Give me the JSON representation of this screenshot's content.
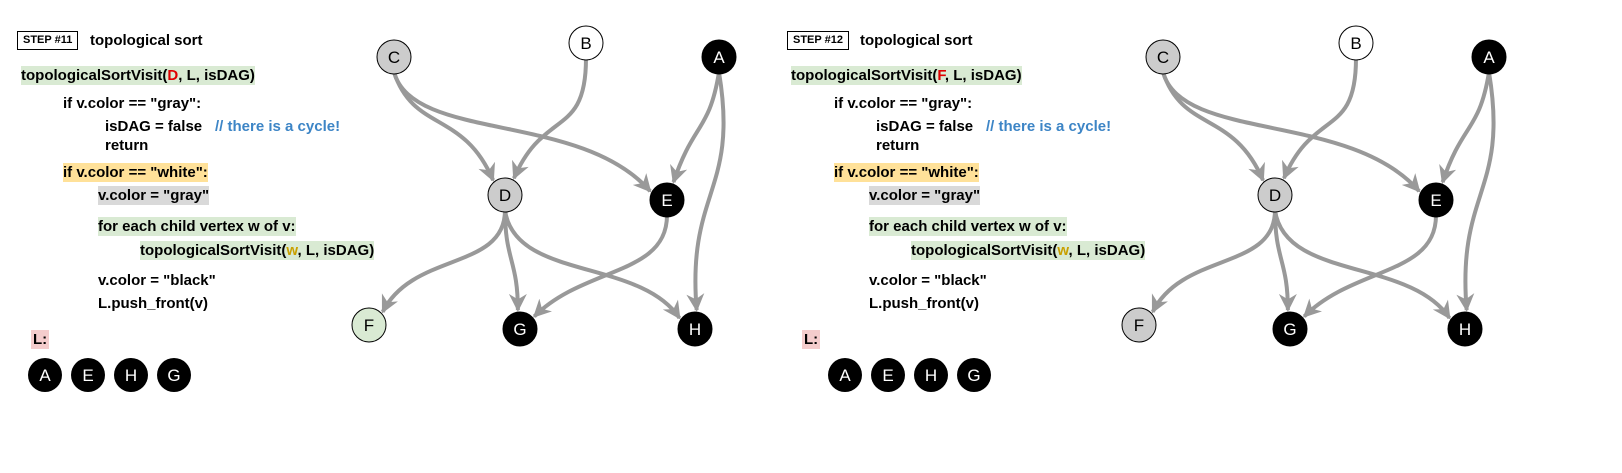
{
  "panels": [
    {
      "step": "STEP #11",
      "title": "topological sort",
      "call_name": "topologicalSortVisit(",
      "call_arg": "D",
      "call_rest": ", L, isDAG)",
      "line_if_gray": "if v.color == \"gray\":",
      "line_isdag": "isDAG = false",
      "comment": "// there is a cycle!",
      "line_return": "return",
      "line_if_white": "if v.color == \"white\":",
      "line_set_gray": "v.color = \"gray\"",
      "line_for_each": "for each child vertex w of v:",
      "rec_name": "topologicalSortVisit(",
      "rec_arg": "w",
      "rec_rest": ", L, isDAG)",
      "line_set_black": "v.color = \"black\"",
      "line_push": "L.push_front(v)",
      "list_label": "L:",
      "list": [
        "A",
        "E",
        "H",
        "G"
      ],
      "nodes": [
        {
          "id": "C",
          "fill": "#cccccc",
          "text": "#000000"
        },
        {
          "id": "B",
          "fill": "#ffffff",
          "text": "#000000"
        },
        {
          "id": "A",
          "fill": "#000000",
          "text": "#ffffff"
        },
        {
          "id": "D",
          "fill": "#cccccc",
          "text": "#000000"
        },
        {
          "id": "E",
          "fill": "#000000",
          "text": "#ffffff"
        },
        {
          "id": "F",
          "fill": "#d9ead3",
          "text": "#000000"
        },
        {
          "id": "G",
          "fill": "#000000",
          "text": "#ffffff"
        },
        {
          "id": "H",
          "fill": "#000000",
          "text": "#ffffff"
        }
      ]
    },
    {
      "step": "STEP #12",
      "title": "topological sort",
      "call_name": "topologicalSortVisit(",
      "call_arg": "F",
      "call_rest": ", L, isDAG)",
      "line_if_gray": "if v.color == \"gray\":",
      "line_isdag": "isDAG = false",
      "comment": "// there is a cycle!",
      "line_return": "return",
      "line_if_white": "if v.color == \"white\":",
      "line_set_gray": "v.color = \"gray\"",
      "line_for_each": "for each child vertex w of v:",
      "rec_name": "topologicalSortVisit(",
      "rec_arg": "w",
      "rec_rest": ", L, isDAG)",
      "line_set_black": "v.color = \"black\"",
      "line_push": "L.push_front(v)",
      "list_label": "L:",
      "list": [
        "A",
        "E",
        "H",
        "G"
      ],
      "nodes": [
        {
          "id": "C",
          "fill": "#cccccc",
          "text": "#000000"
        },
        {
          "id": "B",
          "fill": "#ffffff",
          "text": "#000000"
        },
        {
          "id": "A",
          "fill": "#000000",
          "text": "#ffffff"
        },
        {
          "id": "D",
          "fill": "#cccccc",
          "text": "#000000"
        },
        {
          "id": "E",
          "fill": "#000000",
          "text": "#ffffff"
        },
        {
          "id": "F",
          "fill": "#cccccc",
          "text": "#000000"
        },
        {
          "id": "G",
          "fill": "#000000",
          "text": "#ffffff"
        },
        {
          "id": "H",
          "fill": "#000000",
          "text": "#ffffff"
        }
      ]
    }
  ],
  "edges": [
    [
      "C",
      "D"
    ],
    [
      "C",
      "E"
    ],
    [
      "B",
      "D"
    ],
    [
      "A",
      "E"
    ],
    [
      "A",
      "H"
    ],
    [
      "D",
      "F"
    ],
    [
      "D",
      "G"
    ],
    [
      "D",
      "H"
    ],
    [
      "E",
      "G"
    ]
  ],
  "colors": {
    "edge": "#999999",
    "node_stroke": "#000000"
  }
}
